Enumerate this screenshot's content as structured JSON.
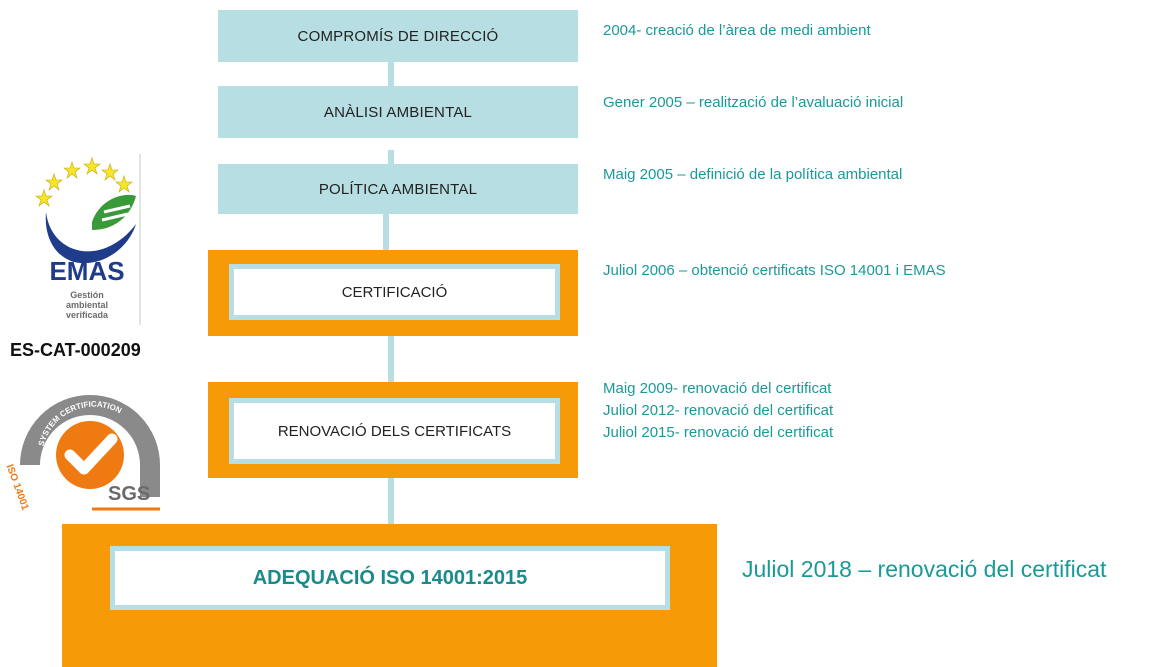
{
  "steps": [
    {
      "label": "COMPROMÍS DE DIRECCIÓ",
      "note": "2004- creació de l’àrea de medi ambient"
    },
    {
      "label": "ANÀLISI AMBIENTAL",
      "note": "Gener 2005 – realització de l’avaluació inicial"
    },
    {
      "label": "POLÍTICA AMBIENTAL",
      "note": "Maig 2005 – definició de la política ambiental"
    },
    {
      "label": "CERTIFICACIÓ",
      "note": "Juliol 2006 – obtenció certificats ISO 14001 i EMAS"
    },
    {
      "label": "RENOVACIÓ DELS CERTIFICATS",
      "notes": [
        "Maig 2009- renovació del certificat",
        "Juliol 2012- renovació del certificat",
        "Juliol 2015- renovació del certificat"
      ]
    },
    {
      "label": "ADEQUACIÓ ISO 14001:2015",
      "note": "Juliol 2018 – renovació del certificat"
    }
  ],
  "emas": {
    "brand": "EMAS",
    "subtitle_1": "Gestión",
    "subtitle_2": "ambiental",
    "subtitle_3": "verificada",
    "code": "ES-CAT-000209"
  },
  "sgs": {
    "ring_text": "SYSTEM CERTIFICATION",
    "iso": "ISO 14001",
    "brand": "SGS"
  },
  "colors": {
    "light_blue": "#b7dee2",
    "orange": "#f79a07",
    "teal_text": "#1a9a96"
  }
}
